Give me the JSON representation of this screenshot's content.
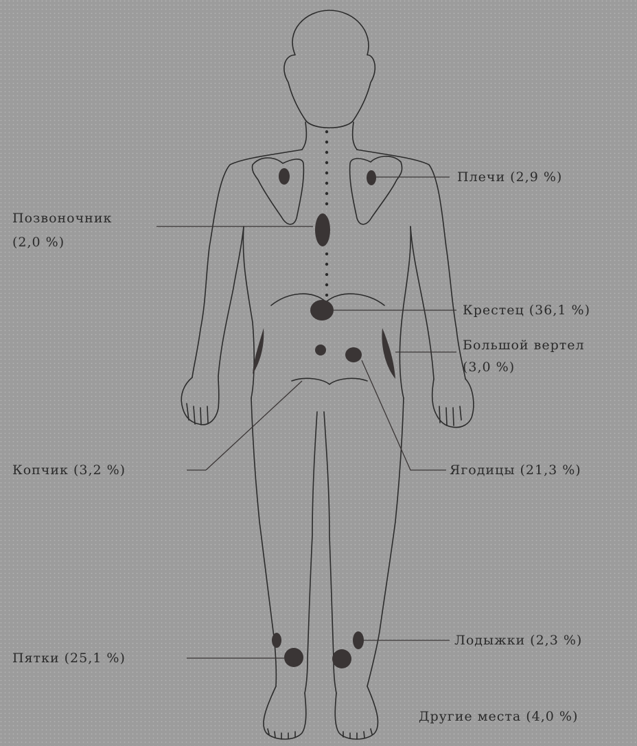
{
  "labels": {
    "shoulders": "Плечи (2,9 %)",
    "spine_line1": "Позвоночник",
    "spine_line2": "(2,0 %)",
    "sacrum": "Крестец (36,1 %)",
    "trochanter_line1": "Большой вертел",
    "trochanter_line2": "(3,0 %)",
    "coccyx": "Копчик (3,2 %)",
    "buttocks": "Ягодицы (21,3 %)",
    "ankles": "Лодыжки (2,3 %)",
    "heels": "Пятки (25,1 %)",
    "other": "Другие места (4,0 %)"
  },
  "colors": {
    "background": "#9c9c9c",
    "outline": "#2b2b2b",
    "spot": "#3a3535"
  }
}
